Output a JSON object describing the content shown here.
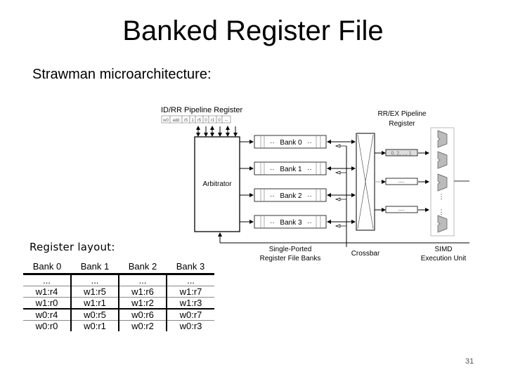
{
  "slide": {
    "title": "Banked Register File",
    "subtitle": "Strawman microarchitecture:",
    "layout_label": "Register layout:",
    "page_number": "31"
  },
  "diagram": {
    "id_rr_label": "ID/RR Pipeline Register",
    "id_rr_fields": [
      "w0",
      "add",
      "r5",
      "1",
      "r5",
      "0",
      "r1",
      "0",
      "--"
    ],
    "arbitrator_label": "Arbitrator",
    "banks": [
      "Bank 0",
      "Bank 1",
      "Bank 2",
      "Bank 3"
    ],
    "bank_dots": "··",
    "rr_ex_label_line1": "RR/EX Pipeline",
    "rr_ex_label_line2": "Register",
    "rr_ex_entries": [
      "0, 2, ..., 1",
      "----",
      "----"
    ],
    "captions": {
      "banks_line1": "Single-Ported",
      "banks_line2": "Register File Banks",
      "crossbar": "Crossbar",
      "simd_line1": "SIMD",
      "simd_line2": "Execution Unit"
    }
  },
  "register_table": {
    "headers": [
      "Bank 0",
      "Bank 1",
      "Bank 2",
      "Bank 3"
    ],
    "rows": [
      [
        "...",
        "...",
        "...",
        "..."
      ],
      [
        "w1:r4",
        "w1:r5",
        "w1:r6",
        "w1:r7"
      ],
      [
        "w1:r0",
        "w1:r1",
        "w1:r2",
        "w1:r3"
      ],
      [
        "w0:r4",
        "w0:r5",
        "w0:r6",
        "w0:r7"
      ],
      [
        "w0:r0",
        "w0:r1",
        "w0:r2",
        "w0:r3"
      ]
    ]
  }
}
